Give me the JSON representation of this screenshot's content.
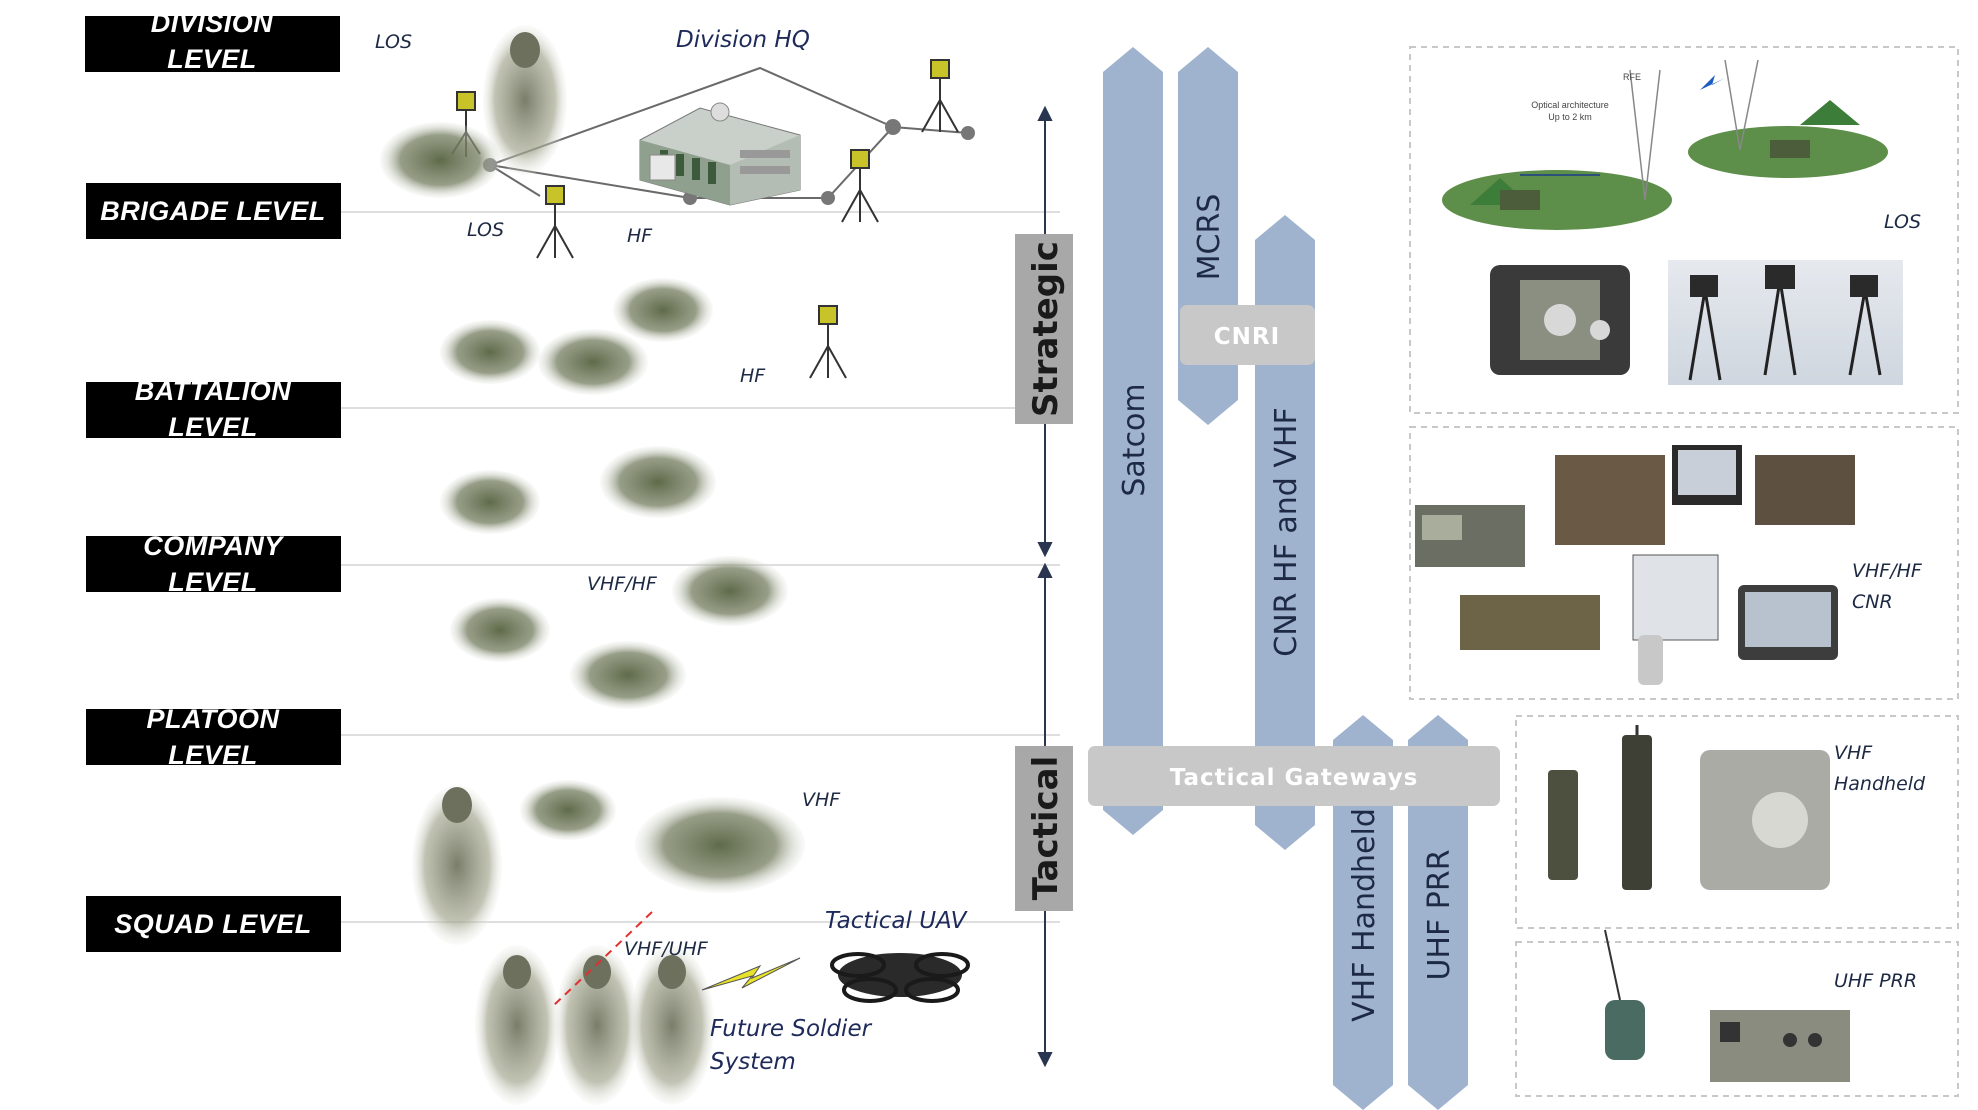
{
  "levels": [
    "DIVISION LEVEL",
    "BRIGADE LEVEL",
    "BATTALION LEVEL",
    "COMPANY LEVEL",
    "PLATOON LEVEL",
    "SQUAD LEVEL"
  ],
  "bands": {
    "strategic": "Strategic",
    "tactical": "Tactical"
  },
  "arrows": {
    "satcom": "Satcom",
    "mcrs": "MCRS",
    "cnr_hf_vhf": "CNR HF and VHF",
    "vhf_handheld": "VHF Handheld",
    "uhf_prr": "UHF PRR"
  },
  "gateways": {
    "cnri": "CNRI",
    "tactical": "Tactical Gateways"
  },
  "left_labels": {
    "los_top": "LOS",
    "division_hq": "Division HQ",
    "los_mid": "LOS",
    "hf_1": "HF",
    "hf_2": "HF",
    "vhf_hf": "VHF/HF",
    "vhf": "VHF",
    "vhf_uhf": "VHF/UHF",
    "tactical_uav": "Tactical UAV",
    "future_soldier_1": "Future Soldier",
    "future_soldier_2": "System"
  },
  "right_panels": {
    "los": "LOS",
    "cnr_1": "VHF/HF",
    "cnr_2": "CNR",
    "handheld_1": "VHF",
    "handheld_2": "Handheld",
    "prr": "UHF PRR",
    "photo_text_1": "Optical architecture",
    "photo_text_2": "Up to 2 km",
    "photo_text_3": "RFE"
  },
  "colors": {
    "level_box": "#000000",
    "arrow": "#9fb3cf",
    "gateway": "#c8c8c8",
    "band_box": "#a8a8a8",
    "label_text": "#1e2a44"
  }
}
